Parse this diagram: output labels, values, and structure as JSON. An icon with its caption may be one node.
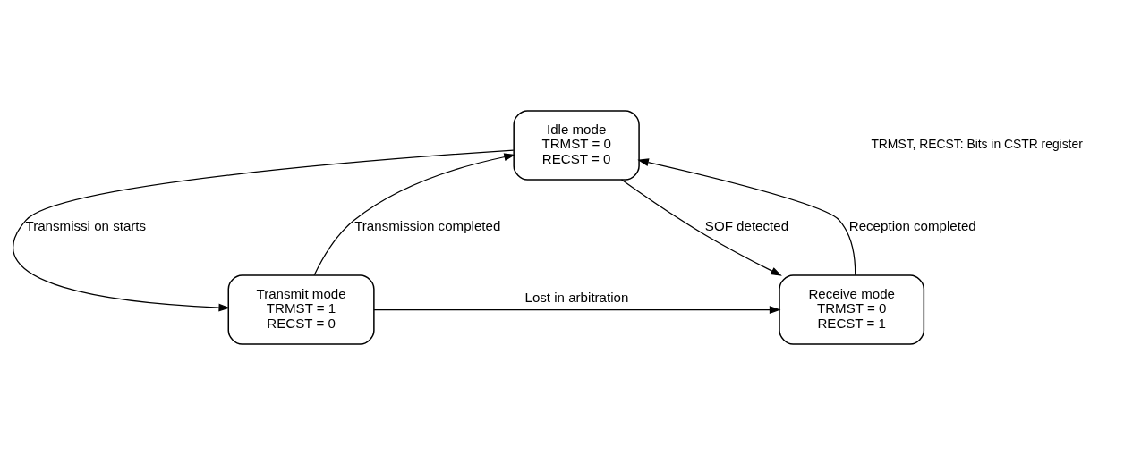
{
  "diagram": {
    "nodes": [
      {
        "text": [
          "Idle mode",
          "TRMST = 0",
          "RECST = 0"
        ]
      },
      {
        "text": [
          "Transmit mode",
          "TRMST = 1",
          "RECST = 0"
        ]
      },
      {
        "text": [
          "Receive mode",
          "TRMST = 0",
          "RECST = 1"
        ]
      }
    ],
    "edges": [
      {
        "from": 0,
        "to": 1,
        "arrow": "to",
        "label": "Transmissi on starts"
      },
      {
        "from": 1,
        "to": 0,
        "arrow": "to",
        "label": "Transmission completed"
      },
      {
        "from": 2,
        "to": 0,
        "arrow": "to",
        "label": "Reception completed"
      },
      {
        "from": 0,
        "to": 2,
        "arrow": "to",
        "label": "SOF detected"
      },
      {
        "from": 1,
        "to": 2,
        "arrow": "to",
        "label": "Lost in arbitration"
      }
    ],
    "labels": [
      "TRMST, RECST: Bits in CSTR register"
    ]
  }
}
